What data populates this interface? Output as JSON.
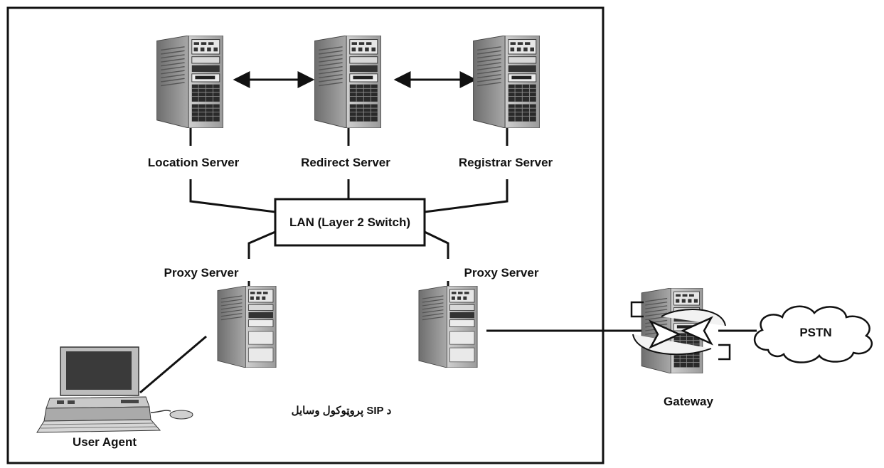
{
  "diagram": {
    "servers": {
      "location": "Location Server",
      "redirect": "Redirect Server",
      "registrar": "Registrar Server",
      "proxy_left": "Proxy Server",
      "proxy_right": "Proxy Server"
    },
    "lan_switch": "LAN (Layer 2 Switch)",
    "user_agent": "User Agent",
    "gateway": "Gateway",
    "pstn": "PSTN",
    "caption": "د SIP پروټوکول وسایل"
  }
}
